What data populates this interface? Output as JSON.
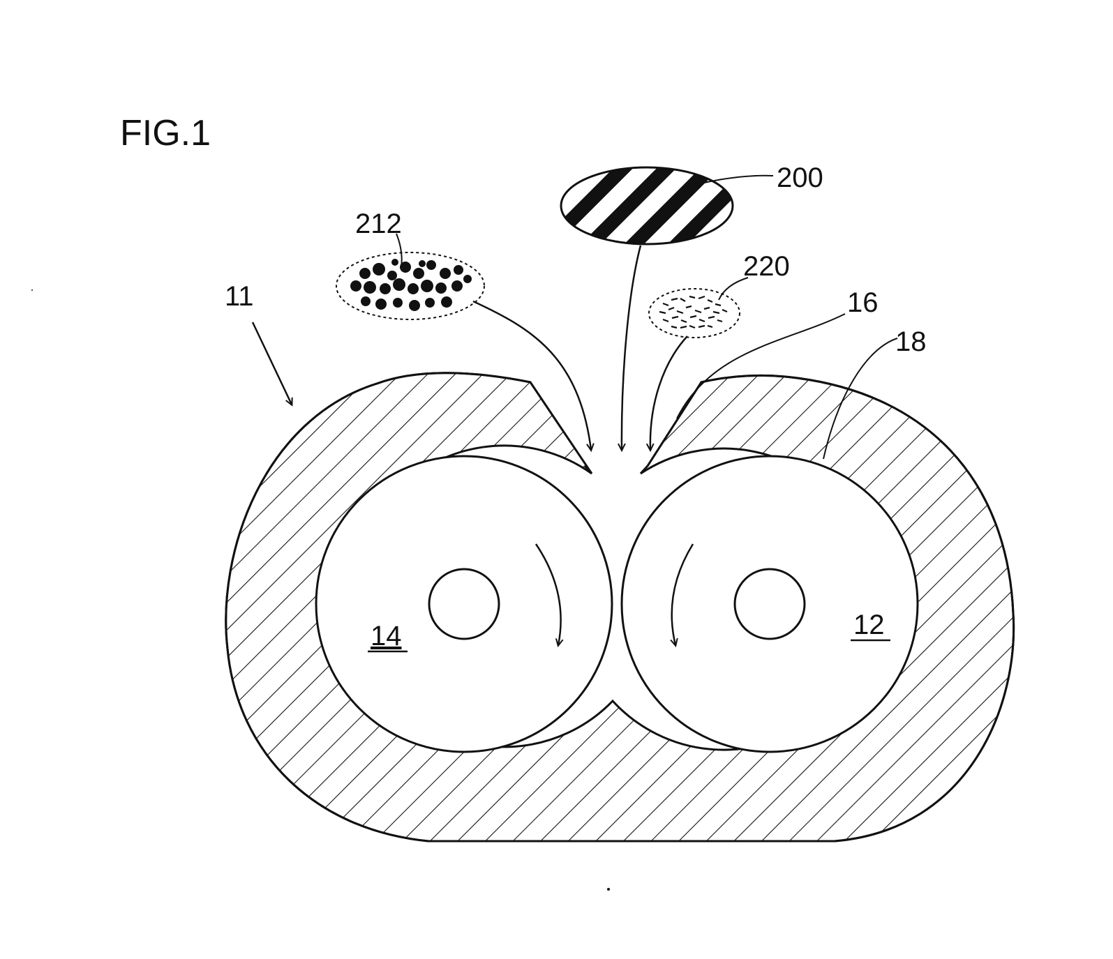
{
  "figure": {
    "title": "FIG.1",
    "labels": {
      "device": "11",
      "inner_surface": "18",
      "feed_port": "16",
      "material_main": "200",
      "material_particles": "212",
      "material_fine": "220",
      "screw_left": "14",
      "screw_right": "12"
    },
    "colors": {
      "ink": "#111111",
      "paper": "#ffffff"
    }
  }
}
